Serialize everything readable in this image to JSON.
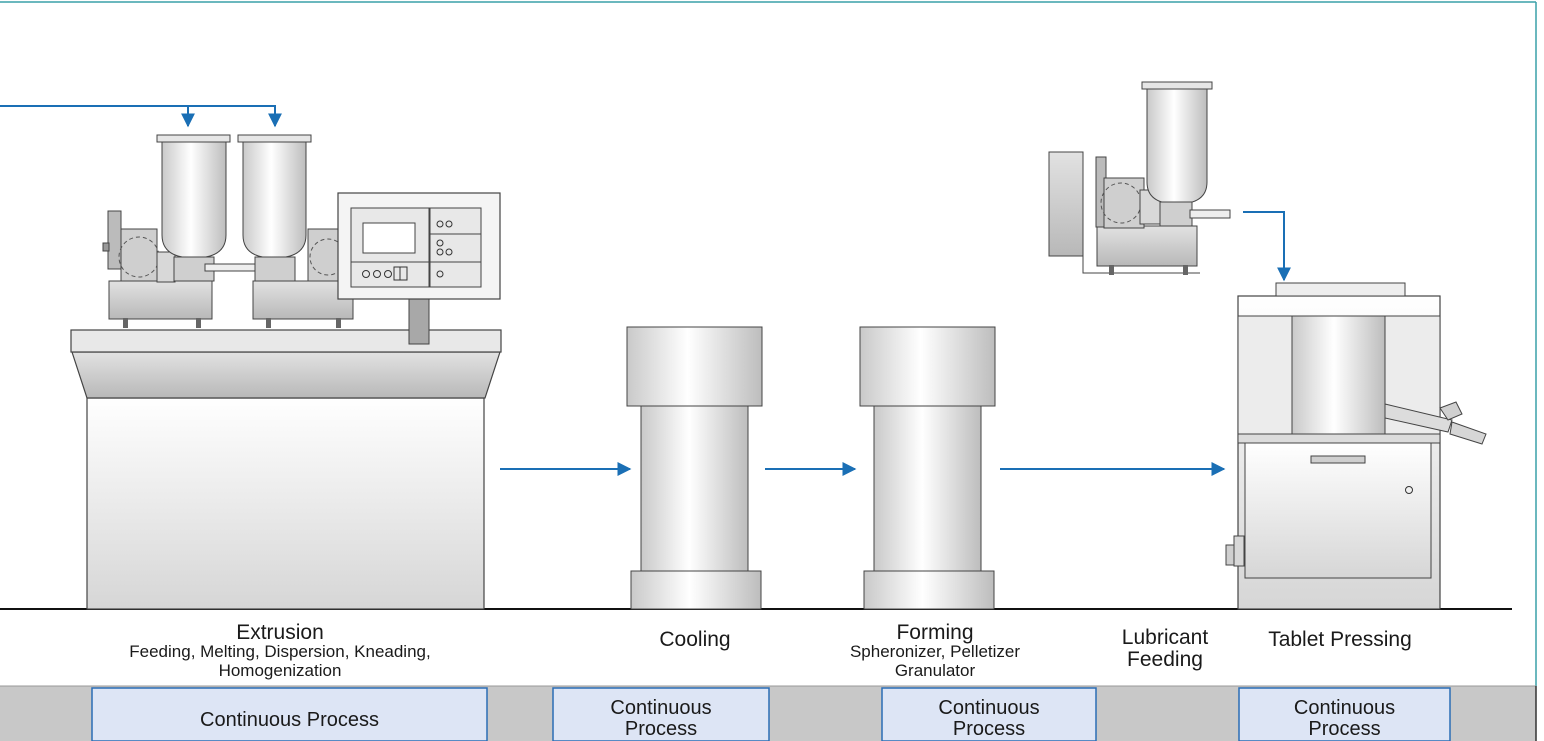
{
  "stages": {
    "extrusion": {
      "title": "Extrusion",
      "sub1": "Feeding, Melting, Dispersion, Kneading,",
      "sub2": "Homogenization"
    },
    "cooling": {
      "title": "Cooling"
    },
    "forming": {
      "title": "Forming",
      "sub1": "Spheronizer, Pelletizer",
      "sub2": "Granulator"
    },
    "lubricant": {
      "line1": "Lubricant",
      "line2": "Feeding"
    },
    "tablet": {
      "title": "Tablet Pressing"
    }
  },
  "process_bar": {
    "box1": "Continuous Process",
    "box2_l1": "Continuous",
    "box2_l2": "Process",
    "box3_l1": "Continuous",
    "box3_l2": "Process",
    "box4_l1": "Continuous",
    "box4_l2": "Process"
  },
  "colors": {
    "flow_arrow": "#1a6fb5",
    "frame": "#3aa0a8",
    "band": "#c8c8c8",
    "box_fill": "#dde5f5",
    "box_stroke": "#2a6db5"
  }
}
